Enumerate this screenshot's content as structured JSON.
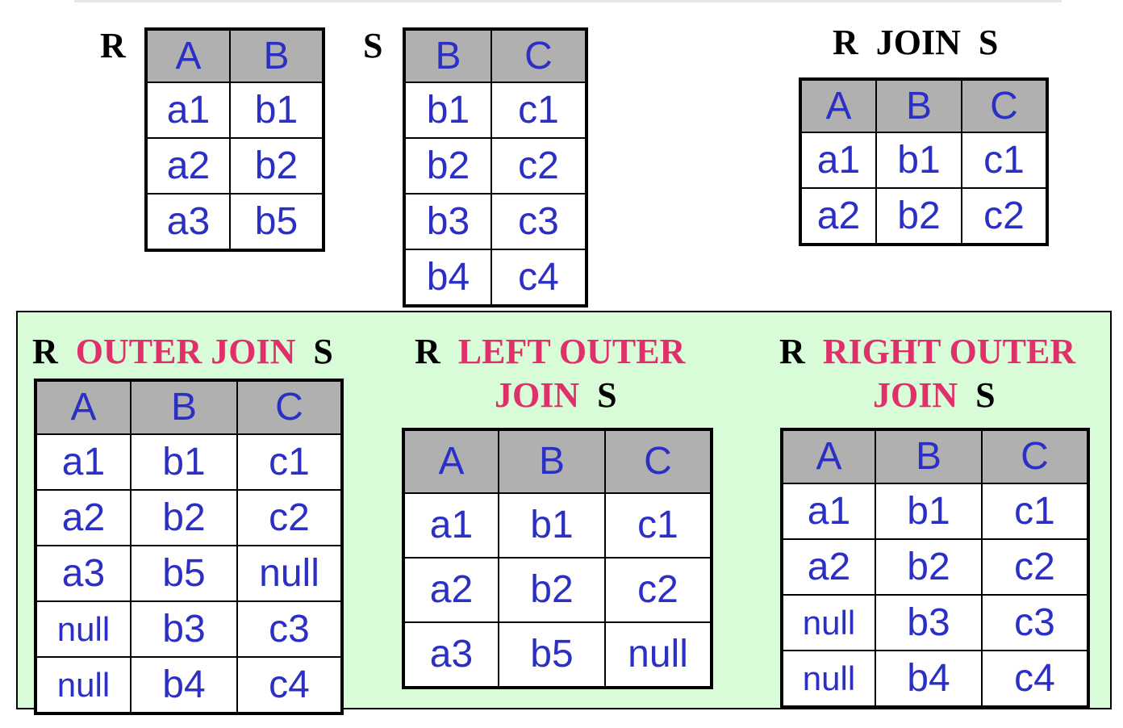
{
  "top": {
    "r": {
      "name": "R",
      "headers": [
        "A",
        "B"
      ],
      "rows": [
        [
          "a1",
          "b1"
        ],
        [
          "a2",
          "b2"
        ],
        [
          "a3",
          "b5"
        ]
      ]
    },
    "s": {
      "name": "S",
      "headers": [
        "B",
        "C"
      ],
      "rows": [
        [
          "b1",
          "c1"
        ],
        [
          "b2",
          "c2"
        ],
        [
          "b3",
          "c3"
        ],
        [
          "b4",
          "c4"
        ]
      ]
    },
    "join": {
      "title_left": "R",
      "title_keyword": "JOIN",
      "title_right": "S",
      "headers": [
        "A",
        "B",
        "C"
      ],
      "rows": [
        [
          "a1",
          "b1",
          "c1"
        ],
        [
          "a2",
          "b2",
          "c2"
        ]
      ]
    }
  },
  "panel": {
    "background": "#d8fbd8",
    "keyword_color": "#e0306a",
    "outer": {
      "title_left": "R",
      "title_keyword": "OUTER JOIN",
      "title_right": "S",
      "headers": [
        "A",
        "B",
        "C"
      ],
      "rows": [
        [
          "a1",
          "b1",
          "c1"
        ],
        [
          "a2",
          "b2",
          "c2"
        ],
        [
          "a3",
          "b5",
          "null"
        ],
        [
          "null",
          "b3",
          "c3"
        ],
        [
          "null",
          "b4",
          "c4"
        ]
      ]
    },
    "left": {
      "title_left": "R",
      "title_keyword_1": "LEFT OUTER",
      "title_keyword_2": "JOIN",
      "title_right": "S",
      "headers": [
        "A",
        "B",
        "C"
      ],
      "rows": [
        [
          "a1",
          "b1",
          "c1"
        ],
        [
          "a2",
          "b2",
          "c2"
        ],
        [
          "a3",
          "b5",
          "null"
        ]
      ]
    },
    "right": {
      "title_left": "R",
      "title_keyword_1": "RIGHT OUTER",
      "title_keyword_2": "JOIN",
      "title_right": "S",
      "headers": [
        "A",
        "B",
        "C"
      ],
      "rows": [
        [
          "a1",
          "b1",
          "c1"
        ],
        [
          "a2",
          "b2",
          "c2"
        ],
        [
          "null",
          "b3",
          "c3"
        ],
        [
          "null",
          "b4",
          "c4"
        ]
      ]
    }
  },
  "colors": {
    "cell_text": "#2b2fc4",
    "header_bg": "#b0b0b0"
  }
}
